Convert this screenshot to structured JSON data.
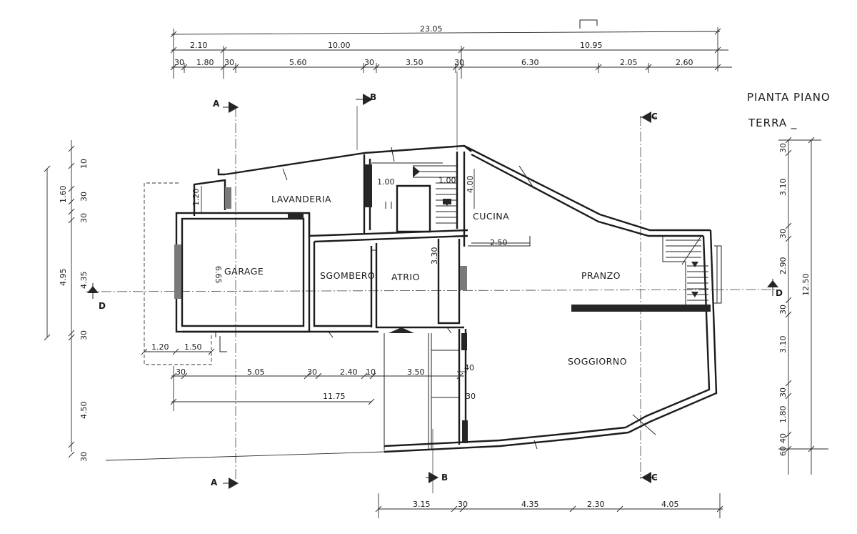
{
  "title": {
    "line1": "PIANTA PIANO",
    "line2": "TERRA _"
  },
  "rooms": {
    "lavanderia": "LAVANDERIA",
    "garage": "GARAGE",
    "sgombero": "SGOMBERO",
    "atrio": "ATRIO",
    "cucina": "CUCINA",
    "pranzo": "PRANZO",
    "soggiorno": "SOGGIORNO"
  },
  "sections": {
    "a": "A",
    "b": "B",
    "c": "C",
    "d": "D"
  },
  "dims_top": {
    "overall": "23.05",
    "row2": [
      "2.10",
      "10.00",
      "10.95"
    ],
    "row3": [
      "30",
      "1.80",
      "30",
      "5.60",
      "30",
      "3.50",
      "30",
      "6.30",
      "2.05",
      "2.60"
    ]
  },
  "dims_bottom": {
    "row1": [
      "30",
      "5.05",
      "30",
      "2.40",
      "10",
      "3.50",
      "40"
    ],
    "overall": "11.75",
    "left_ext": [
      "1.20",
      "1.50"
    ],
    "row3": [
      "3.15",
      "30",
      "4.35",
      "2.30",
      "4.05"
    ],
    "vert_30": "30"
  },
  "dims_left": {
    "outer": [
      "4.95",
      "4.35",
      "4.50",
      "30"
    ],
    "inner": [
      "10",
      "1.60",
      "30",
      "30",
      "30"
    ]
  },
  "dims_right": {
    "overall": "12.50",
    "chain": [
      "30",
      "3.10",
      "30",
      "2.90",
      "30",
      "3.10",
      "30",
      "1.80",
      "40",
      "60"
    ]
  },
  "dims_internal": {
    "lav_depth": "1.20",
    "garage_depth": "6.65",
    "stair_a": "1.00",
    "stair_b": "1.00",
    "cucina_depth": "4.00",
    "cucina_width": "2.50",
    "atrio_depth": "3.30"
  }
}
